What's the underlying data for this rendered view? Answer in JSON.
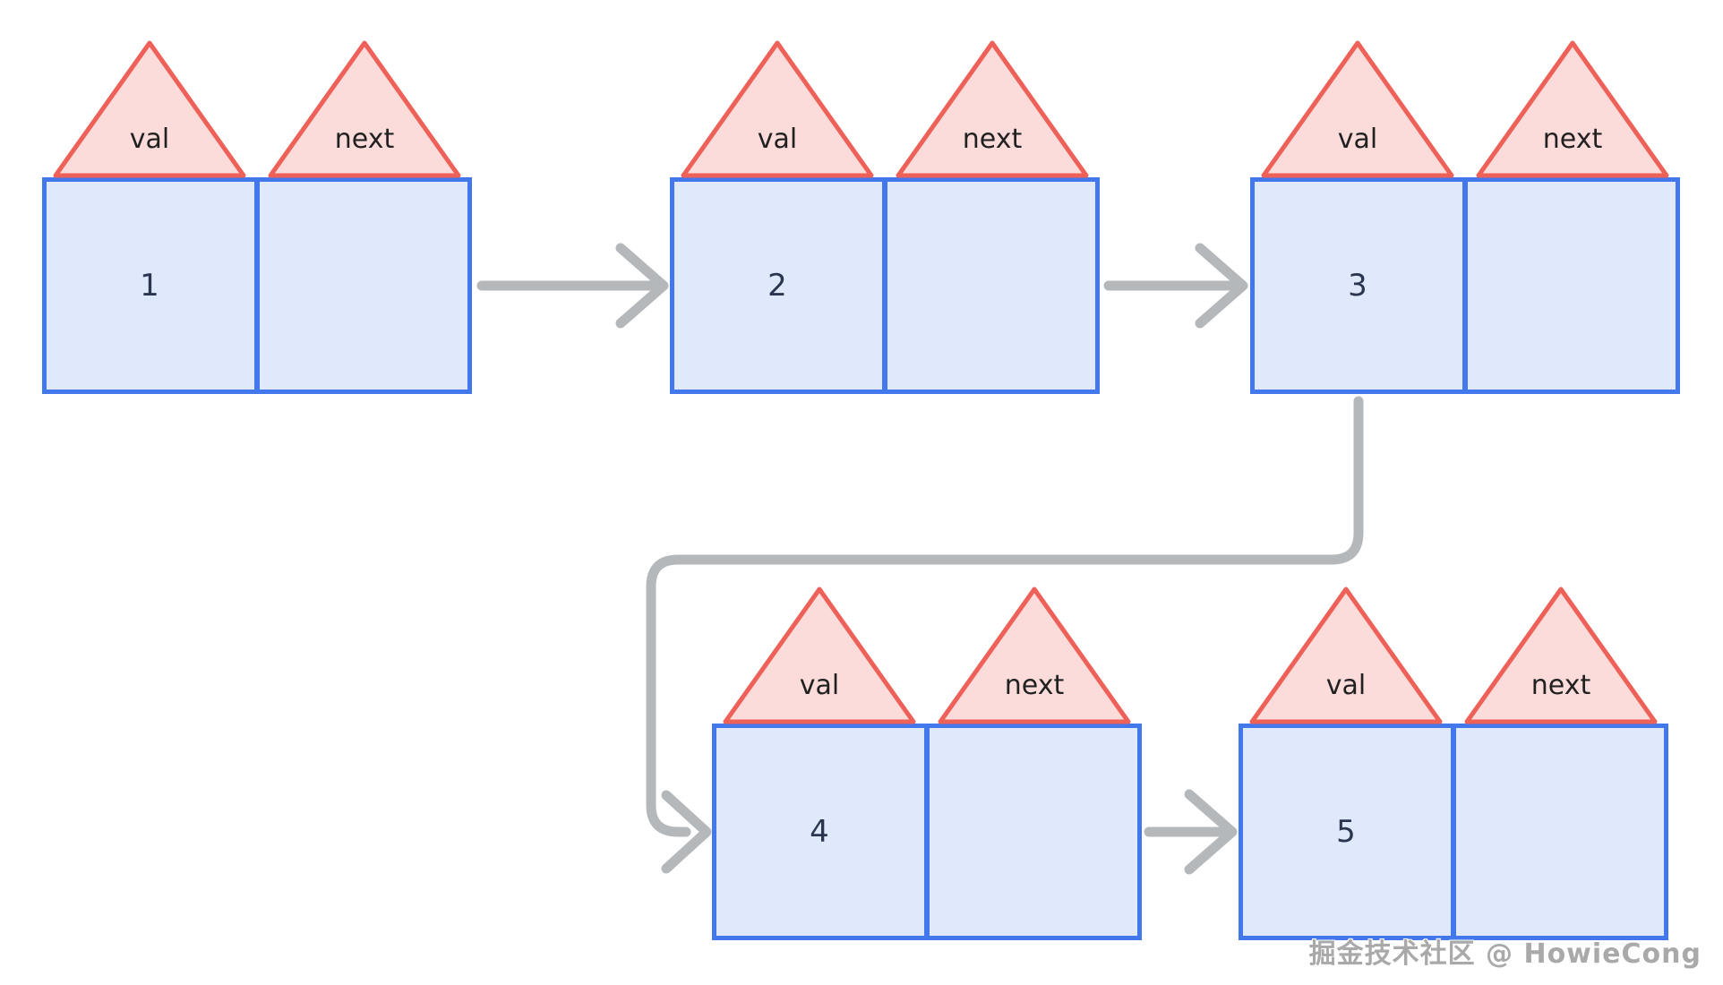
{
  "page": {
    "background": "#ffffff"
  },
  "diagram": {
    "type": "singly-linked-list",
    "field_labels": {
      "val": "val",
      "next": "next"
    },
    "nodes": [
      {
        "value": "1",
        "next_value": ""
      },
      {
        "value": "2",
        "next_value": ""
      },
      {
        "value": "3",
        "next_value": ""
      },
      {
        "value": "4",
        "next_value": ""
      },
      {
        "value": "5",
        "next_value": ""
      }
    ],
    "links": [
      {
        "from": "1",
        "to": "2",
        "style": "straight-right"
      },
      {
        "from": "2",
        "to": "3",
        "style": "straight-right"
      },
      {
        "from": "3",
        "to": "4",
        "style": "elbow-down-left-down"
      },
      {
        "from": "4",
        "to": "5",
        "style": "straight-right"
      }
    ],
    "colors": {
      "cell_fill": "#e0e8fb",
      "cell_border": "#4377ec",
      "triangle_fill": "#fbdcda",
      "triangle_border": "#ee6158",
      "arrow": "#b5b8bb",
      "value_text": "#2b3550",
      "label_text": "#212121",
      "watermark_text": "#a9a9a9"
    }
  },
  "watermark": {
    "text": "掘金技术社区 @ HowieCong"
  }
}
